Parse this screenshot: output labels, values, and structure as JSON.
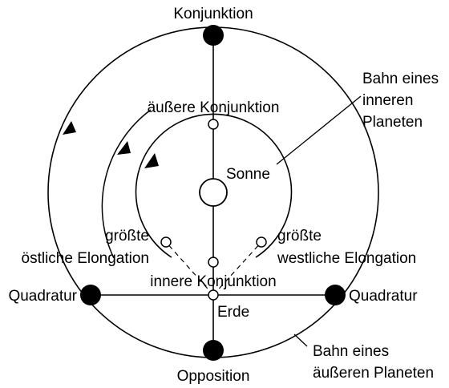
{
  "labels": {
    "konjunktion": "Konjunktion",
    "aeussere_konjunktion": "äußere Konjunktion",
    "sonne": "Sonne",
    "bahn_innerer_1": "Bahn eines",
    "bahn_innerer_2": "inneren",
    "bahn_innerer_3": "Planeten",
    "groesste_links": "größte",
    "oestliche_elongation": "östliche Elongation",
    "groesste_rechts": "größte",
    "westliche_elongation": "westliche Elongation",
    "innere_konjunktion": "innere Konjunktion",
    "quadratur_links": "Quadratur",
    "quadratur_rechts": "Quadratur",
    "erde": "Erde",
    "opposition": "Opposition",
    "bahn_aeusserer_1": "Bahn eines",
    "bahn_aeusserer_2": "äußeren Planeten"
  },
  "colors": {
    "stroke": "#000000",
    "fill": "#000000",
    "background": "#ffffff"
  }
}
